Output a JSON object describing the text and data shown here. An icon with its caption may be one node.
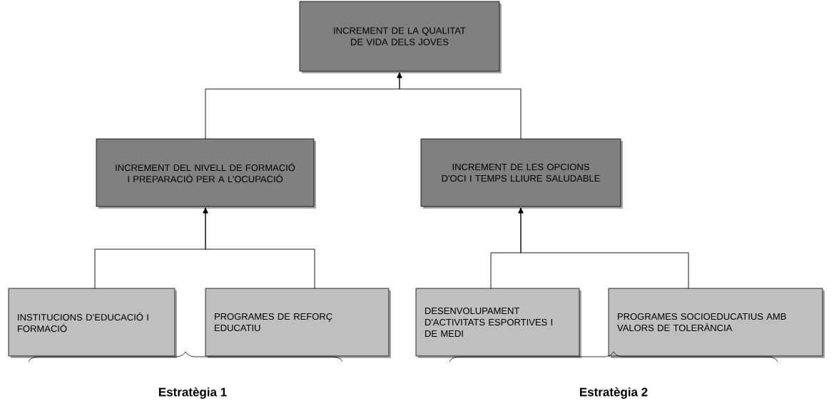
{
  "diagram": {
    "nodes": [
      {
        "text": [
          "INCREMENT DE LA QUALITAT DE VIDA DELS JOVES"
        ]
      },
      {
        "text": [
          "INCREMENT DEL NIVELL DE FORMACIÓ I PREPARACIÓ PER A L’OCUPACIÓ"
        ]
      },
      {
        "text": [
          "INCREMENT DE LES OPCIONS D'OCI I TEMPS LLIURE SALUDABLE"
        ]
      },
      {
        "text": [
          "INSTITUCIONS D’EDUCACIÓ I FORMACIÓ"
        ]
      },
      {
        "text": [
          "PROGRAMES DE REFORÇ EDUCATIU"
        ]
      },
      {
        "text": [
          "DESENVOLUPAMENT D'ACTIVITATS ESPORTIVES I DE MEDI"
        ]
      },
      {
        "text": [
          "PROGRAMES SOCIOEDUCATIUS AMB VALORS DE TOLERÀNCIA"
        ]
      }
    ],
    "edges": [
      {
        "from": 1,
        "to": 0,
        "arrow": "to"
      },
      {
        "from": 2,
        "to": 0,
        "arrow": "to"
      },
      {
        "from": 3,
        "to": 1,
        "arrow": "to"
      },
      {
        "from": 4,
        "to": 1,
        "arrow": "to"
      },
      {
        "from": 5,
        "to": 2,
        "arrow": "to"
      },
      {
        "from": 6,
        "to": 2,
        "arrow": "to"
      }
    ],
    "labels": [
      "Estratègia 1",
      "Estratègia 2"
    ]
  }
}
